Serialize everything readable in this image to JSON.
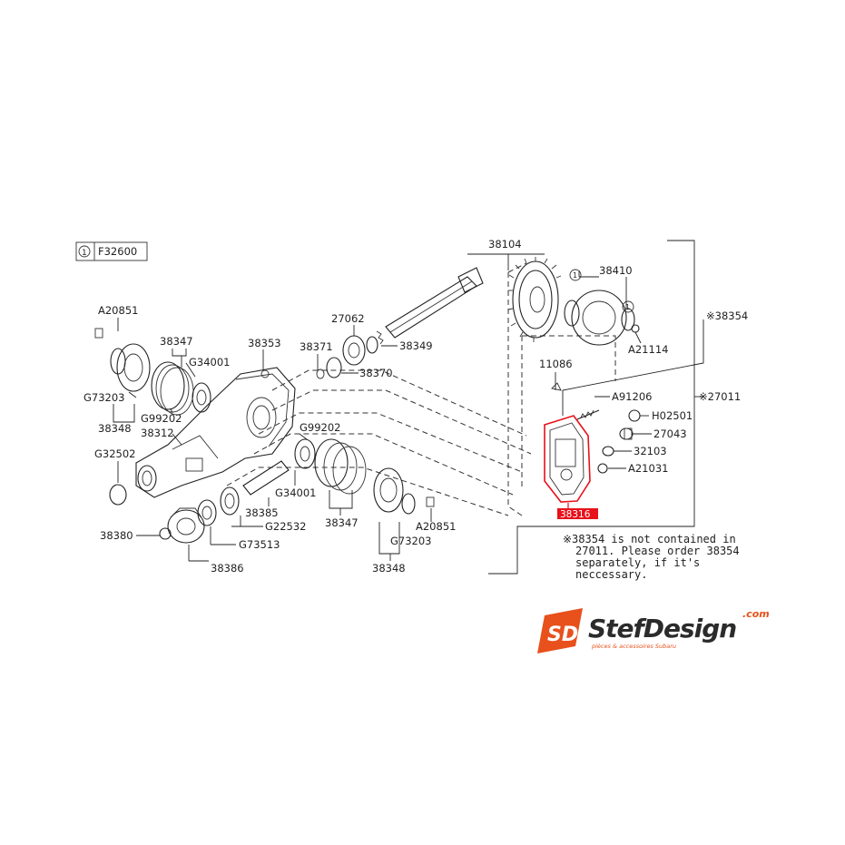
{
  "legend": {
    "symbol": "1",
    "code": "F32600"
  },
  "labels": {
    "p38104": "38104",
    "p38410": "38410",
    "p38354": "※38354",
    "pA21114": "A21114",
    "p27011": "※27011",
    "p11086": "11086",
    "pA91206": "A91206",
    "pH02501": "H02501",
    "p27043": "27043",
    "p32103": "32103",
    "pA21031": "A21031",
    "p38316": "38316",
    "pA20851a": "A20851",
    "p38347a": "38347",
    "pG34001a": "G34001",
    "pG73203a": "G73203",
    "pG99202a": "G99202",
    "p38348a": "38348",
    "p38312": "38312",
    "pG32502": "G32502",
    "p38353": "38353",
    "p38371": "38371",
    "p27062": "27062",
    "p38349": "38349",
    "p38370": "38370",
    "pG99202b": "G99202",
    "pG34001b": "G34001",
    "p38385": "38385",
    "pG22532": "G22532",
    "p38347b": "38347",
    "pG73513": "G73513",
    "p38380": "38380",
    "p38386": "38386",
    "pA20851b": "A20851",
    "pG73203b": "G73203",
    "p38348b": "38348"
  },
  "note": {
    "line1": "※38354 is not contained in",
    "line2": "27011. Please order 38354",
    "line3": "separately, if it's",
    "line4": "neccessary."
  },
  "brand": {
    "logo_initials": "SD",
    "name": "StefDesign",
    "tld": ".com",
    "tagline": "pièces & accessoires Subaru"
  },
  "colors": {
    "highlight": "#e8101a",
    "brand_orange": "#e8501c",
    "brand_dark": "#2b2b2b"
  }
}
